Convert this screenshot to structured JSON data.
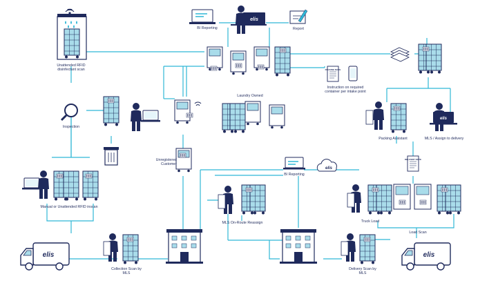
{
  "colors": {
    "navy": "#1f2a5c",
    "teal": "#2fb7d6",
    "cart": "#a9dcea",
    "screen": "#e6f5fa",
    "white": "#ffffff"
  },
  "labels": {
    "unattended_rfid": "Unattended RFID disinfectant scan",
    "bi_reporting_top": "BI Reporting",
    "report": "Report",
    "instruction": "Instruction on required container per intake point",
    "packing_note": "PACKING NOTE",
    "inspection": "Inspection",
    "laundry_owned": "Laundry Owned",
    "packing_assistant": "Packing Assistant",
    "mls_assign": "MLS / Assign to delivery",
    "unregistered_customer": "Unregistered Customer",
    "delivery_note": "DELIVERY NOTE",
    "bi_reporting_mid": "BI Reporting",
    "manual_rfid": "Manual or Unattended RFID inscan",
    "truck_load": "Truck Load",
    "mls_onroute": "MLS On-Route Reassign",
    "load_scan": "Load Scan",
    "collection_scan": "Collection Scan by MLS",
    "delivery_scan": "Delivery Scan by MLS",
    "brand": "elis"
  },
  "icons": [
    "wifi-icon",
    "magnifier-icon",
    "trash-icon",
    "cloud-icon",
    "phone-icon",
    "paper-stack-icon",
    "report-clipboard-icon",
    "building-icon",
    "truck-icon",
    "worker-icon",
    "laptop-icon",
    "cart-icon",
    "washer-icon"
  ]
}
